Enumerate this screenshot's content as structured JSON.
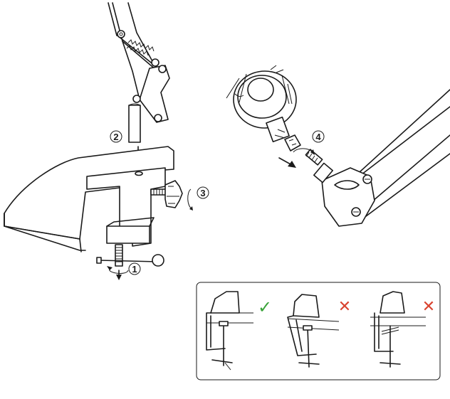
{
  "steps": [
    {
      "number": "1",
      "label": "tighten-screw"
    },
    {
      "number": "2",
      "label": "insert-arm"
    },
    {
      "number": "3",
      "label": "tighten-knob"
    },
    {
      "number": "4",
      "label": "screw-mount"
    }
  ],
  "panel": {
    "correct_mark": "✓",
    "wrong_mark": "✕",
    "colors": {
      "correct": "#3aa33a",
      "wrong": "#d9432f",
      "line": "#1a1a1a"
    }
  }
}
